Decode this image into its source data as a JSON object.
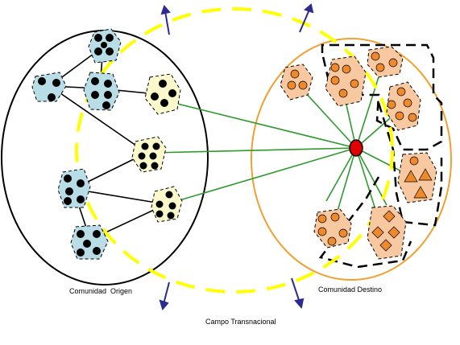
{
  "labels": {
    "origin": "Comunidad  Origen",
    "destination": "Comunidad Destino",
    "field": "Campo Transnacional"
  },
  "colors": {
    "origin_circle": "#000000",
    "destination_circle": "#f0a030",
    "transnational_ellipse": "#ffff00",
    "link_green": "#2e9a2e",
    "origin_network_line": "#000000",
    "blue_node_fill": "#b9dde6",
    "yellow_node_fill": "#fbf8cc",
    "orange_node_fill": "#f8c8a0",
    "orange_dot": "#ef8a2a",
    "hub": "#e00000",
    "arrow": "#2b2b90"
  },
  "icons": [
    "arrow-up-left-icon",
    "arrow-up-right-icon",
    "arrow-down-left-icon",
    "arrow-down-right-icon"
  ]
}
